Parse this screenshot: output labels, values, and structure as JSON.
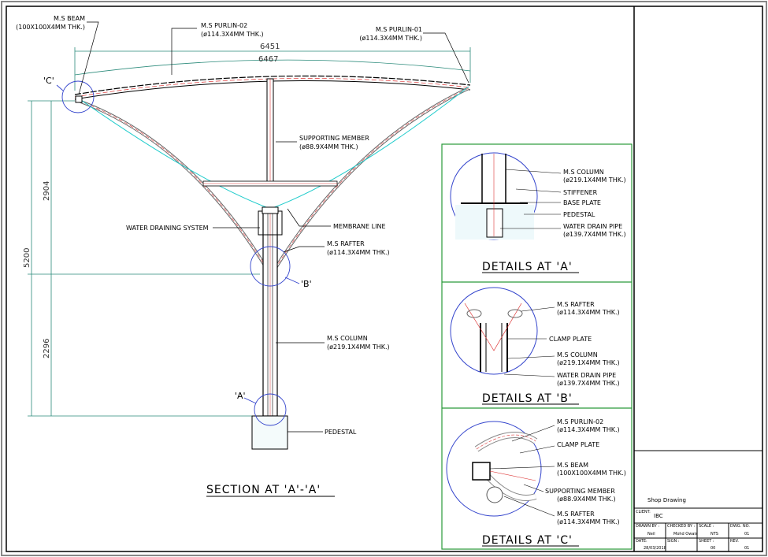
{
  "main": {
    "labels": {
      "beam": [
        "M.S BEAM",
        "(100X100X4MM THK.)"
      ],
      "purlin02": [
        "M.S PURLIN-02",
        "(ø114.3X4MM THK.)"
      ],
      "purlin01": [
        "M.S PURLIN-01",
        "(ø114.3X4MM THK.)"
      ],
      "support": [
        "SUPPORTING MEMBER",
        "(ø88.9X4MM THK.)"
      ],
      "water": "WATER DRAINING SYSTEM",
      "membrane": "MEMBRANE LINE",
      "rafter": [
        "M.S RAFTER",
        "(ø114.3X4MM THK.)"
      ],
      "column": [
        "M.S COLUMN",
        "(ø219.1X4MM THK.)"
      ],
      "pedestal": "PEDESTAL"
    },
    "dims": {
      "span": "6451",
      "arc": "6467",
      "total": "5200",
      "upper": "2904",
      "lower": "2296"
    },
    "markers": {
      "c": "'C'",
      "b": "'B'",
      "a": "'A'"
    },
    "title": "SECTION AT 'A'-'A'"
  },
  "details": {
    "a": {
      "title": "DETAILS AT 'A'",
      "labels": [
        "M.S COLUMN",
        "(ø219.1X4MM THK.)",
        "STIFFENER",
        "BASE PLATE",
        "PEDESTAL",
        "WATER DRAIN PIPE",
        "(ø139.7X4MM THK.)"
      ]
    },
    "b": {
      "title": "DETAILS AT 'B'",
      "labels": [
        "M.S RAFTER",
        "(ø114.3X4MM THK.)",
        "CLAMP PLATE",
        "M.S COLUMN",
        "(ø219.1X4MM THK.)",
        "WATER DRAIN PIPE",
        "(ø139.7X4MM THK.)"
      ]
    },
    "c": {
      "title": "DETAILS AT 'C'",
      "labels": [
        "M.S PURLIN-02",
        "(ø114.3X4MM THK.)",
        "CLAMP PLATE",
        "M.S BEAM",
        "(100X100X4MM THK.)",
        "SUPPORTING MEMBER",
        "(ø88.9X4MM THK.)",
        "M.S RAFTER",
        "(ø114.3X4MM THK.)"
      ]
    }
  },
  "titleblock": {
    "title": "Shop Drawing",
    "client_label": "CLIENT:",
    "client": "IBC",
    "drawn_label": "DRAWN BY :",
    "drawn": "Neil",
    "checked_label": "CHECKED BY :",
    "checked": "Mohd Owais",
    "scale_label": "SCALE :",
    "scale": "NTS",
    "dwg_label": "DWG. NO.",
    "dwg": "01",
    "date_label": "DATE:",
    "date": "28/03/2018",
    "sign_label": "SIGN :",
    "sheet_label": "SHEET :",
    "sheet": "00",
    "rev_label": "REV.",
    "rev": "01"
  }
}
